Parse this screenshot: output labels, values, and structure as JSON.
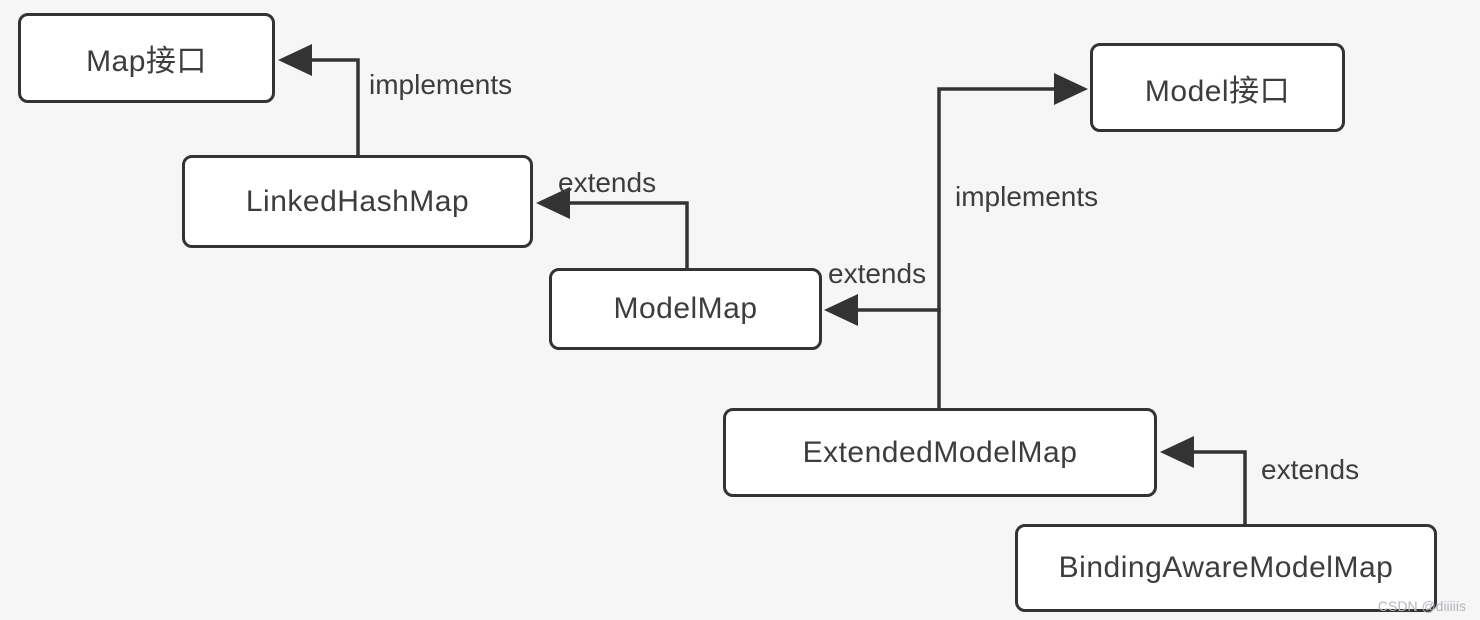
{
  "nodes": [
    {
      "id": "map-interface",
      "label": "Map接口"
    },
    {
      "id": "linked-hash-map",
      "label": "LinkedHashMap"
    },
    {
      "id": "model-map",
      "label": "ModelMap"
    },
    {
      "id": "model-interface",
      "label": "Model接口"
    },
    {
      "id": "extended-model-map",
      "label": "ExtendedModelMap"
    },
    {
      "id": "binding-aware-model-map",
      "label": "BindingAwareModelMap"
    }
  ],
  "edges": [
    {
      "from": "LinkedHashMap",
      "to": "Map接口",
      "label": "implements"
    },
    {
      "from": "ModelMap",
      "to": "LinkedHashMap",
      "label": "extends"
    },
    {
      "from": "ExtendedModelMap",
      "to": "Model接口",
      "label": "implements"
    },
    {
      "from": "ExtendedModelMap",
      "to": "ModelMap",
      "label": "extends"
    },
    {
      "from": "BindingAwareModelMap",
      "to": "ExtendedModelMap",
      "label": "extends"
    }
  ],
  "watermark": "CSDN @diiiiis",
  "colors": {
    "background": "#f6f6f6",
    "box_fill": "#ffffff",
    "stroke": "#333333",
    "text": "#3d3d3d",
    "watermark": "#b4b4bc"
  }
}
